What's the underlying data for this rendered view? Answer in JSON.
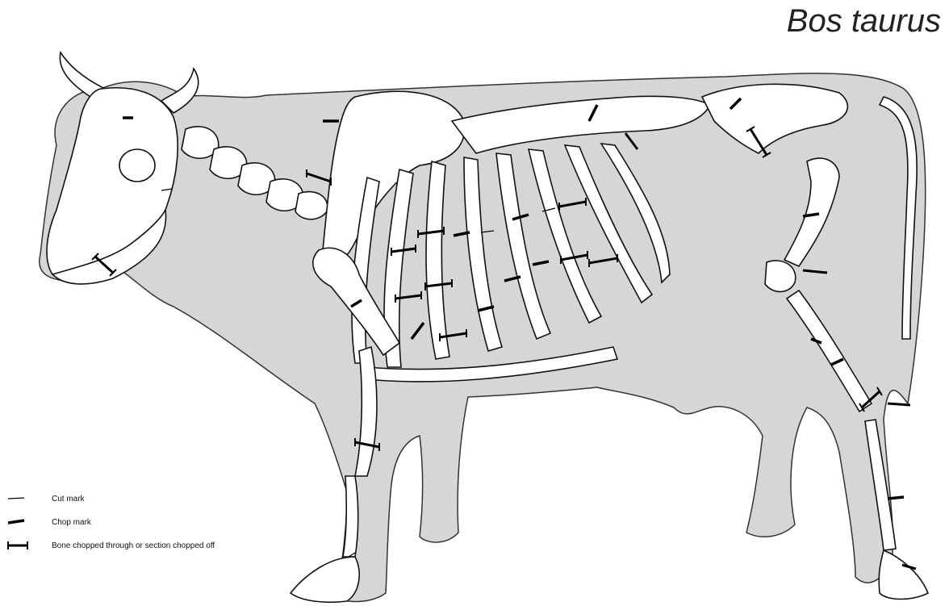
{
  "title": "Bos taurus",
  "legend": {
    "cut": "Cut mark",
    "chop": "Chop mark",
    "through": "Bone chopped through or section chopped off"
  },
  "colors": {
    "silhouette": "#d6d6d6",
    "bone_fill": "#ffffff",
    "bone_stroke": "#111111",
    "mark": "#000000"
  }
}
